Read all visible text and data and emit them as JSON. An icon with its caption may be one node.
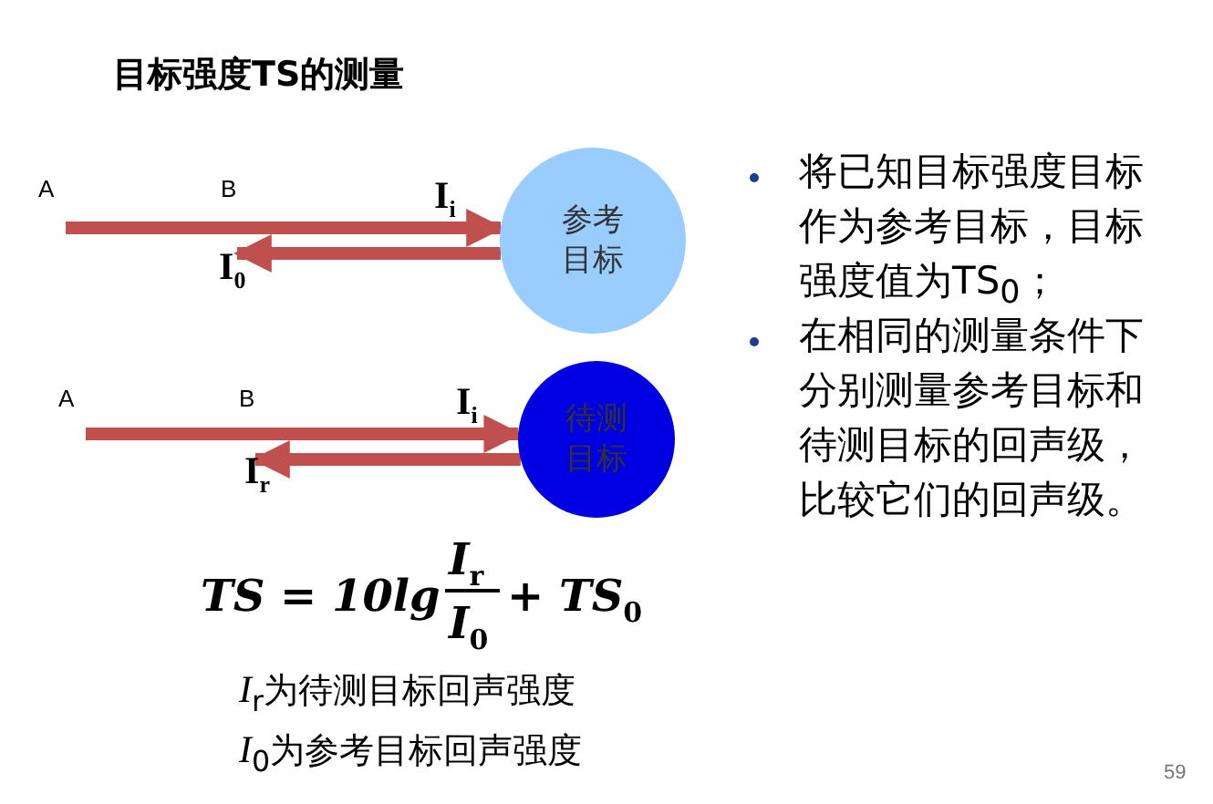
{
  "diagram": {
    "title": "目标强度TS的测量",
    "nodes": [
      {
        "text": [
          "参考目标"
        ]
      },
      {
        "text": [
          "待测目标"
        ]
      }
    ],
    "edges": [
      {
        "from": null,
        "to": 0,
        "arrow": "to",
        "label": "I$_{i}$"
      },
      {
        "from": 0,
        "to": null,
        "arrow": "to",
        "label": "I$_{0}$"
      },
      {
        "from": null,
        "to": 1,
        "arrow": "to",
        "label": "I$_{i}$"
      },
      {
        "from": 1,
        "to": null,
        "arrow": "to",
        "label": "I$_{r}$"
      }
    ],
    "labels": [
      "A",
      "B",
      "A",
      "B",
      "TS = 10lg",
      "I$_{r}$",
      "I$_{0}$",
      "+ TS$_{0}$",
      "*I*$_{r}$为待测目标回声强度",
      "*I*$_{0}$为参考目标回声强度",
      "将已知目标强度目标作为参考目标，目标强度值为TS$_{0}$；",
      "在相同的测量条件下分别测量参考目标和待测目标的回声级，比较它们的回声级。",
      "59"
    ]
  }
}
